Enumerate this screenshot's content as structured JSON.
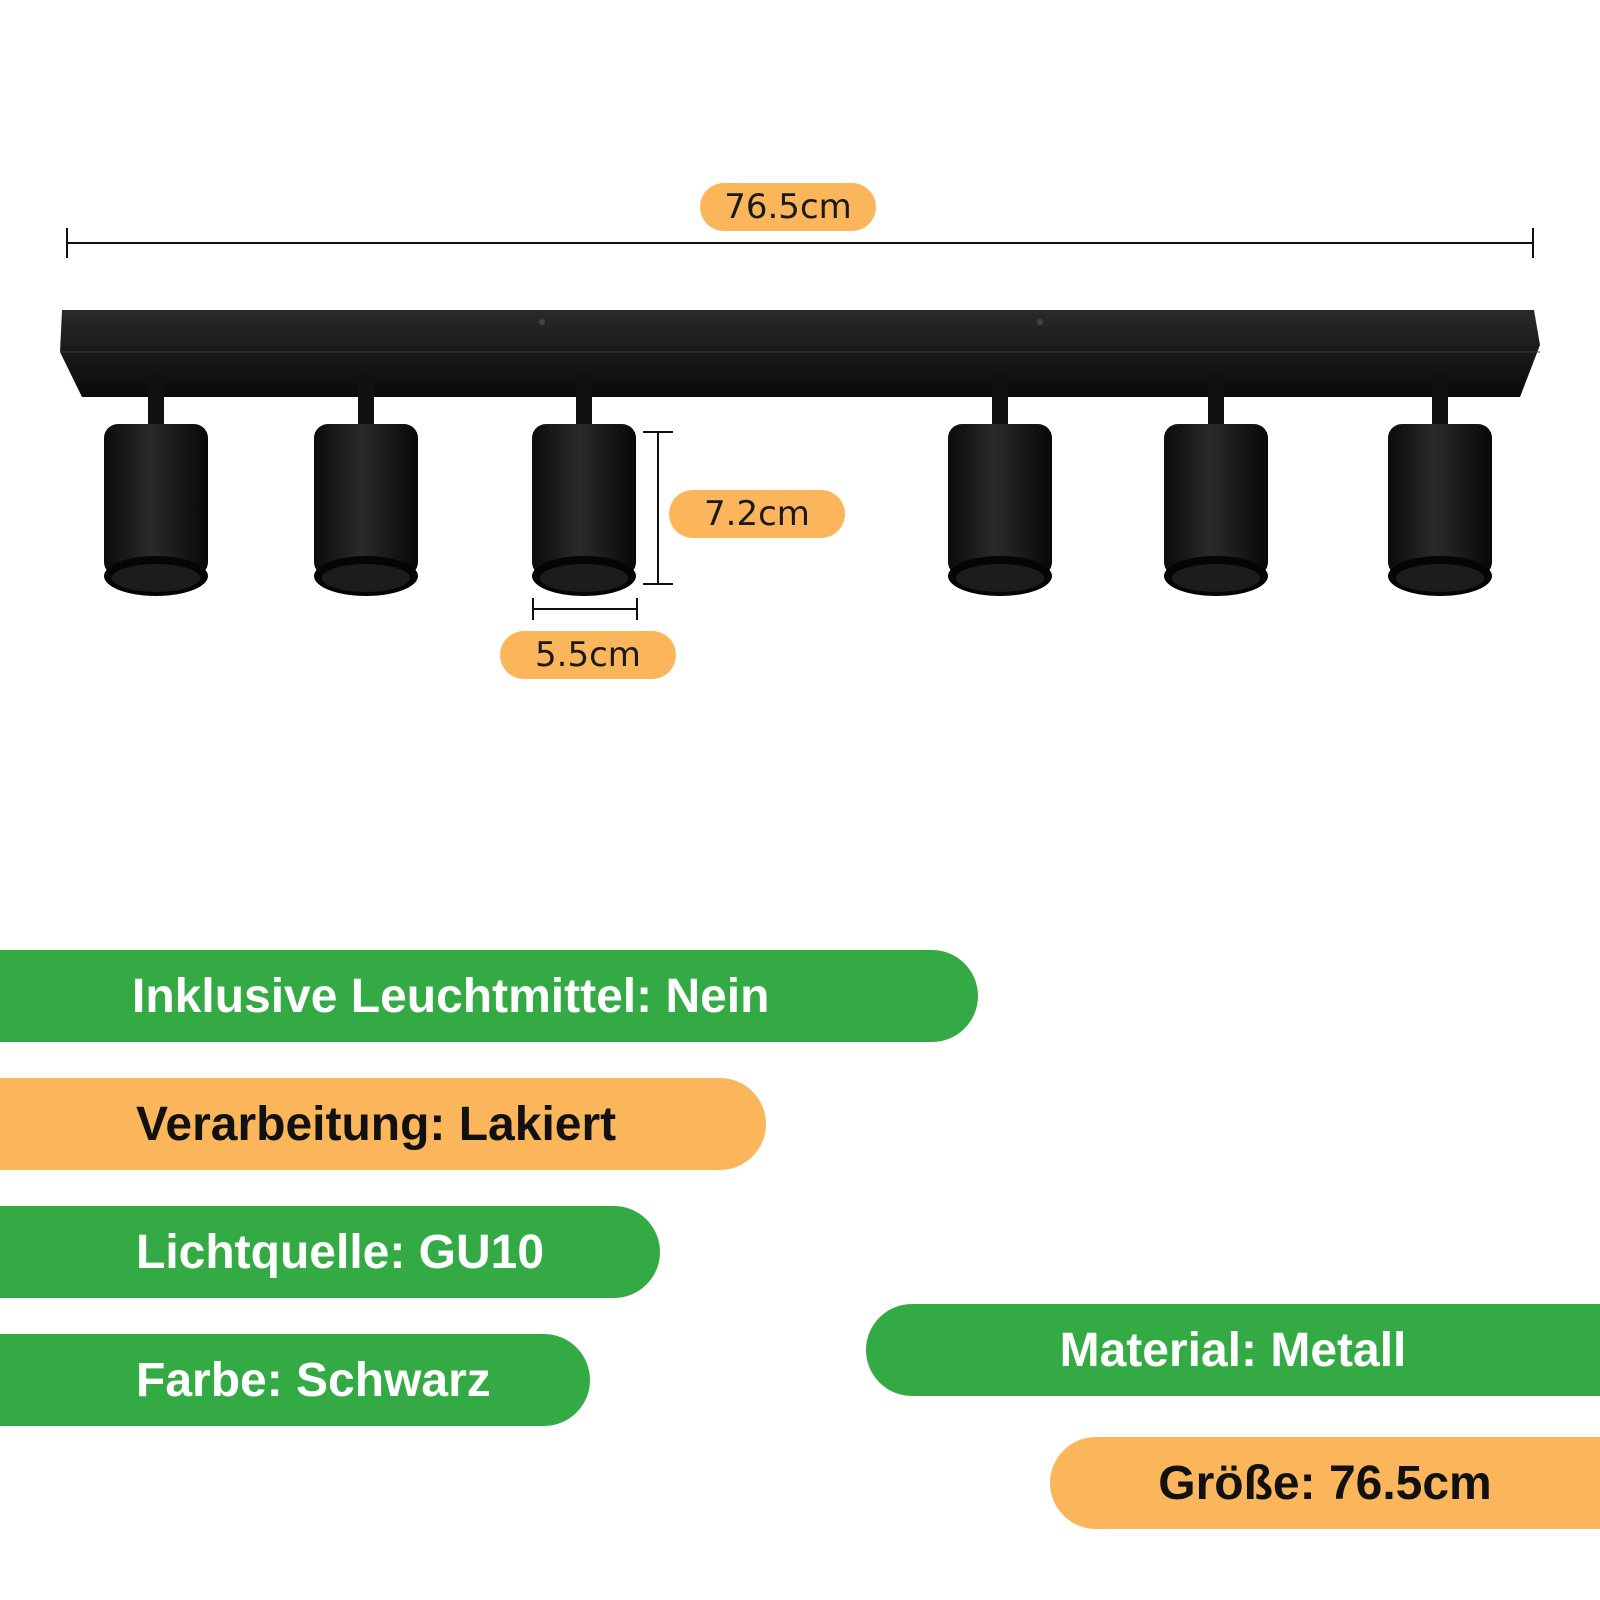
{
  "dimensions": {
    "length": "76.5cm",
    "height": "7.2cm",
    "diameter": "5.5cm"
  },
  "specs": {
    "bulbs_included": "Inklusive Leuchtmittel: Nein",
    "finish": "Verarbeitung: Lakiert",
    "light_source": "Lichtquelle: GU10",
    "color": "Farbe: Schwarz",
    "material": "Material: Metall",
    "size": "Größe: 76.5cm"
  },
  "colors": {
    "green": "#33aa44",
    "orange": "#fbb65b",
    "fixture": "#111111"
  }
}
